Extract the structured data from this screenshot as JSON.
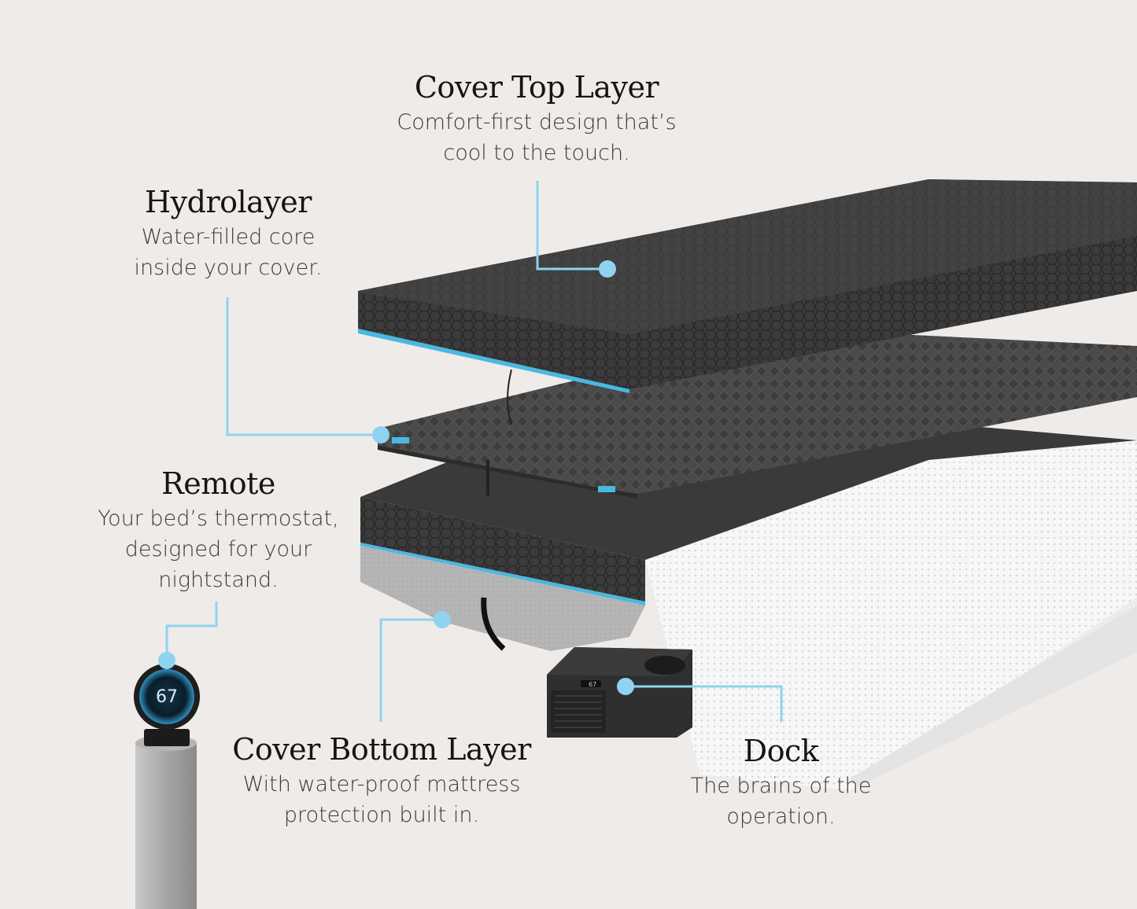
{
  "colors": {
    "background": "#eeebe9",
    "callout_line": "#8fd3ef",
    "accent_blue": "#4ab8e0"
  },
  "labels": {
    "cover_top": {
      "title": "Cover Top Layer",
      "line1": "Comfort-first design that’s",
      "line2": "cool to the touch."
    },
    "hydrolayer": {
      "title": "Hydrolayer",
      "line1": "Water-filled core",
      "line2": "inside your cover."
    },
    "remote": {
      "title": "Remote",
      "line1": "Your bed’s thermostat,",
      "line2": "designed for your",
      "line3": "nightstand."
    },
    "cover_bottom": {
      "title": "Cover Bottom Layer",
      "line1": "With water-proof mattress",
      "line2": "protection built in."
    },
    "dock": {
      "title": "Dock",
      "line1": "The brains of the",
      "line2": "operation."
    }
  },
  "remote_display": {
    "temperature": "67"
  },
  "dock_display": {
    "temperature": "67"
  },
  "icons": [
    "remote-thermostat-icon",
    "dock-hub-icon",
    "callout-dot-icon"
  ]
}
